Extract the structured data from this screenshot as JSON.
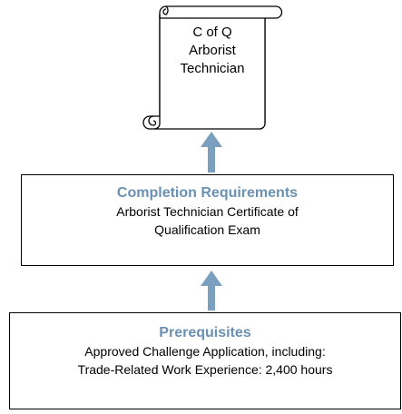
{
  "certificate": {
    "lines": [
      "C of Q",
      "Arborist",
      "Technician"
    ]
  },
  "completion": {
    "title": "Completion Requirements",
    "lines": [
      "Arborist Technician Certificate of",
      "Qualification Exam"
    ]
  },
  "prerequisites": {
    "title": "Prerequisites",
    "lines": [
      "Approved Challenge Application, including:",
      "Trade-Related Work Experience: 2,400 hours"
    ]
  },
  "colors": {
    "arrow": "#7b9fbf",
    "title": "#6a91b3",
    "stroke": "#000000"
  }
}
